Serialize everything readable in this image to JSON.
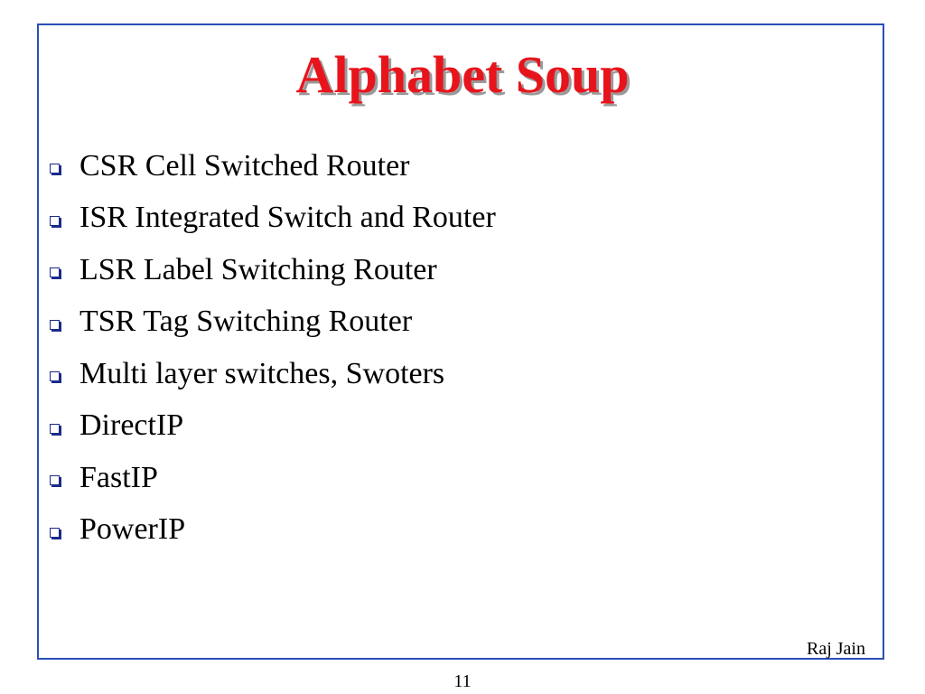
{
  "slide": {
    "title": "Alphabet Soup",
    "bullets": [
      "CSR Cell Switched Router",
      "ISR Integrated Switch and Router",
      "LSR Label Switching Router",
      "TSR Tag Switching Router",
      "Multi layer switches, Swoters",
      "DirectIP",
      "FastIP",
      "PowerIP"
    ],
    "author": "Raj Jain",
    "page_number": "11"
  },
  "colors": {
    "title": "#e8141c",
    "frame": "#2a4fb8",
    "bullet_marker": "#1a2a8a"
  },
  "icons": {
    "bullet_marker": "hollow-square-bullet-icon"
  }
}
